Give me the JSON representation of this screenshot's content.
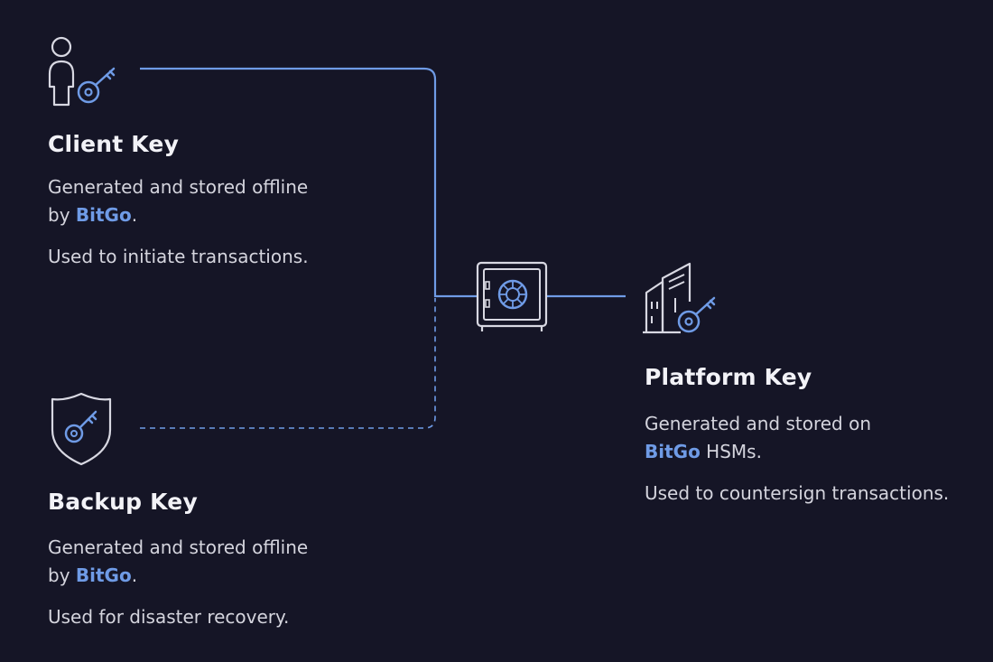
{
  "client_key": {
    "title": "Client Key",
    "desc_line1": "Generated and stored offline",
    "desc_prefix": "by ",
    "brand": "BitGo",
    "desc_suffix": ".",
    "use": "Used to initiate transactions.",
    "icon": "person-key-icon"
  },
  "backup_key": {
    "title": "Backup Key",
    "desc_line1": "Generated and stored offline",
    "desc_prefix": "by ",
    "brand": "BitGo",
    "desc_suffix": ".",
    "use": "Used for disaster recovery.",
    "icon": "shield-key-icon"
  },
  "platform_key": {
    "title": "Platform Key",
    "desc_line1": "Generated and stored on",
    "brand": "BitGo",
    "desc_suffix": " HSMs.",
    "use": "Used to countersign transactions.",
    "icon": "building-key-icon"
  },
  "vault": {
    "icon": "safe-icon"
  },
  "colors": {
    "background": "#151526",
    "accent": "#6f9be6",
    "icon_stroke": "#d8d8e2",
    "text": "#d4d4dd",
    "title": "#f2f2f7"
  }
}
